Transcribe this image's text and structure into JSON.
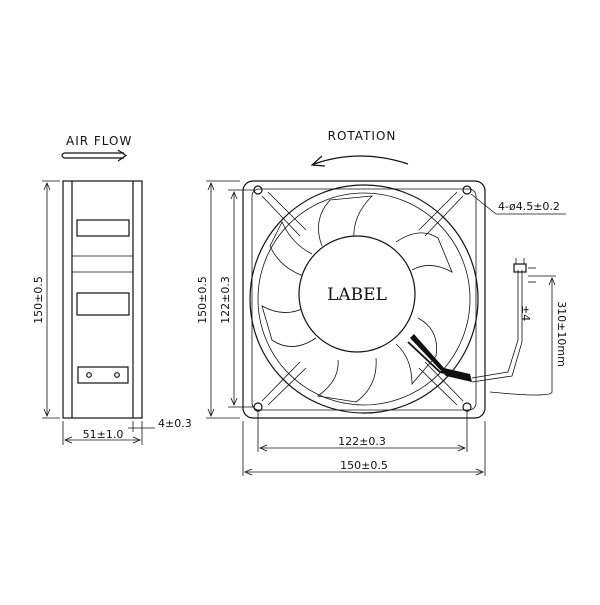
{
  "side_view": {
    "airflow_label": "AIR FLOW",
    "height_dim": "150±0.5",
    "depth_dim": "51±1.0",
    "flange_dim": "4±0.3"
  },
  "front_view": {
    "rotation_label": "ROTATION",
    "center_label": "LABEL",
    "outer_height_dim": "150±0.5",
    "hole_spacing_v_dim": "122±0.3",
    "hole_spacing_h_dim": "122±0.3",
    "outer_width_dim": "150±0.5",
    "mount_holes_dim": "4-ø4.5±0.2",
    "lead_length_dim": "310±10mm",
    "lead_small_dim": "±4"
  }
}
